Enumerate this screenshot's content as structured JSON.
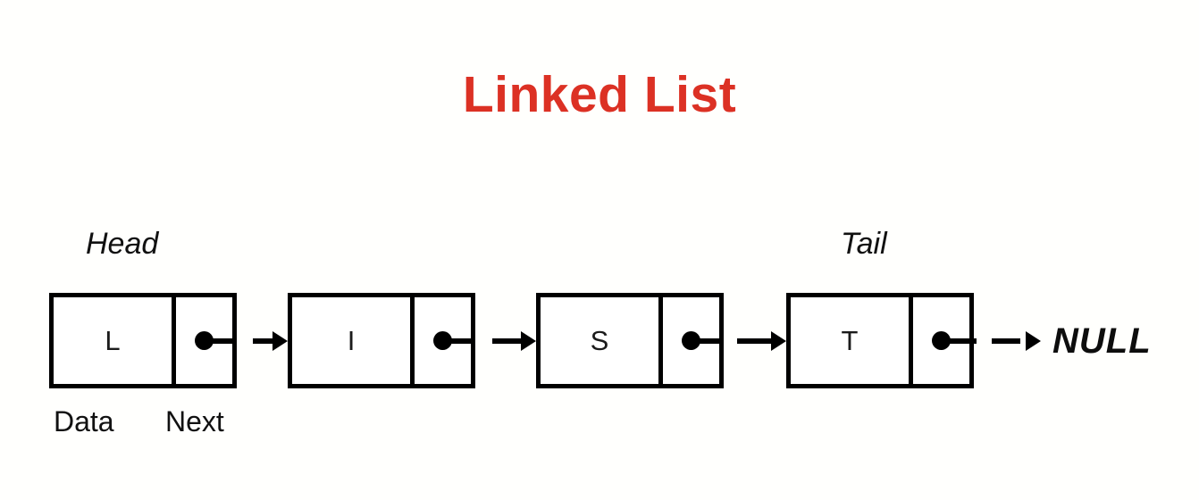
{
  "diagram": {
    "title": "Linked List",
    "title_color": "#dc3124",
    "background_color": "#fffffd",
    "stroke_color": "#000000",
    "terminator": "NULL",
    "field_labels": {
      "data": "Data",
      "next": "Next"
    },
    "anchors": {
      "head": "Head",
      "tail": "Tail"
    },
    "nodes": [
      {
        "data": "L",
        "pointer": "dot",
        "anchor": "Head",
        "links_to": "node-2"
      },
      {
        "data": "I",
        "pointer": "dot",
        "anchor": "",
        "links_to": "node-3"
      },
      {
        "data": "S",
        "pointer": "dot",
        "anchor": "",
        "links_to": "node-4"
      },
      {
        "data": "T",
        "pointer": "dot",
        "anchor": "Tail",
        "links_to": "NULL"
      }
    ]
  }
}
